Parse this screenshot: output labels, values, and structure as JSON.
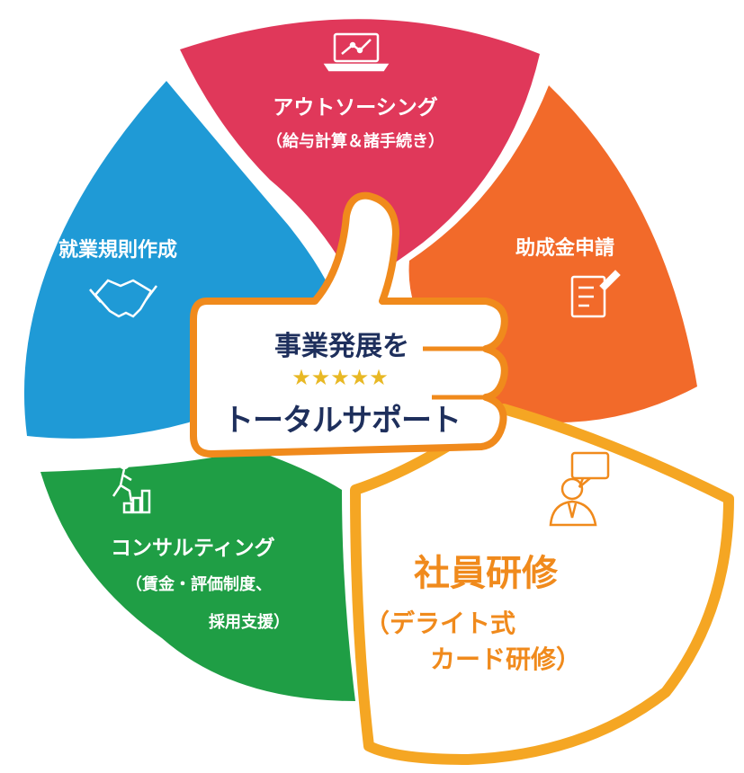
{
  "segments": {
    "outsourcing": {
      "title": "アウトソーシング",
      "subtitle": "（給与計算＆諸手続き）",
      "color": "#e0385a",
      "icon": "laptop-chart-icon"
    },
    "subsidy": {
      "title": "助成金申請",
      "color": "#f26a2a",
      "icon": "document-pen-icon"
    },
    "rules": {
      "title": "就業規則作成",
      "color": "#1f9ad6",
      "icon": "handshake-icon"
    },
    "consulting": {
      "title": "コンサルティング",
      "subtitle_line1": "（賃金・評価制度、",
      "subtitle_line2": "採用支援）",
      "color": "#1f9e45",
      "icon": "person-climbing-steps-icon"
    },
    "training": {
      "title": "社員研修",
      "subtitle_line1": "（デライト式",
      "subtitle_line2": "カード研修）",
      "color": "#f5a623",
      "text_color": "#f08a1c",
      "icon": "person-speech-bubble-icon"
    }
  },
  "center": {
    "line1": "事業発展を",
    "stars": "★★★★★",
    "line2": "トータルサポート",
    "border_color": "#f08a1c",
    "text_color": "#1e2f5c",
    "star_color": "#e8b824"
  }
}
